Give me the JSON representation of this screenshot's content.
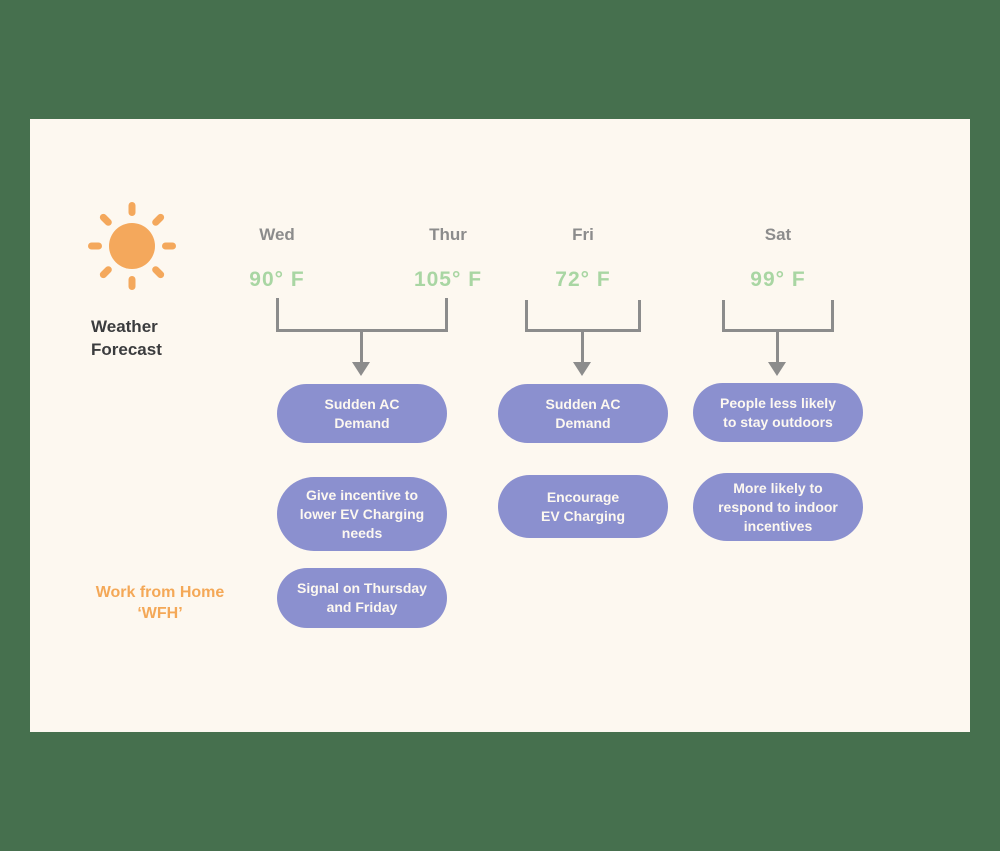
{
  "page": {
    "background_color": "#46704E",
    "card_color": "#FDF8F0",
    "accent_purple": "#8B90CF",
    "accent_green_text": "#A9D6A3",
    "accent_orange": "#F4A857",
    "gray_lines": "#8C8C8C",
    "dark_text": "#3B3C3E"
  },
  "legend": {
    "title": "Weather\nForecast",
    "sun_color": "#F4A85C"
  },
  "forecast": {
    "days": [
      {
        "label": "Wed",
        "temp": "90° F"
      },
      {
        "label": "Thur",
        "temp": "105° F"
      },
      {
        "label": "Fri",
        "temp": "72° F"
      },
      {
        "label": "Sat",
        "temp": "99° F"
      }
    ]
  },
  "groups": [
    {
      "days": "Wed + Thur",
      "outcomes": [
        "Sudden AC\nDemand",
        "Give incentive to\nlower EV Charging\nneeds",
        "Signal on Thursday\nand Friday"
      ]
    },
    {
      "days": "Fri",
      "outcomes": [
        "Sudden AC\nDemand",
        "Encourage\nEV Charging"
      ]
    },
    {
      "days": "Sat",
      "outcomes": [
        "People less  likely\nto stay outdoors",
        "More likely to\nrespond to indoor\nincentives"
      ]
    }
  ],
  "wfh": {
    "label": "Work from Home\n‘WFH’"
  }
}
